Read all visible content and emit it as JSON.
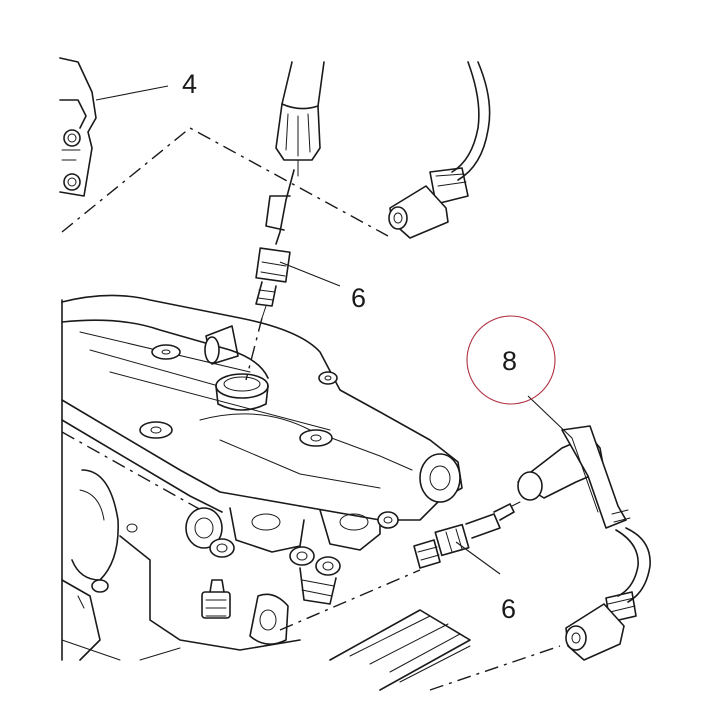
{
  "callouts": {
    "bracket": "4",
    "plug_upper": "6",
    "plug_lower": "6",
    "cable": "8"
  },
  "colors": {
    "highlight_circle": "#b03040",
    "line": "#1a1a1a",
    "background": "#ffffff"
  },
  "icons": {
    "bracket": "engine-bracket",
    "spark_plug": "spark-plug",
    "ignition_cable": "spark-plug-cap-cable",
    "engine": "cylinder-head"
  }
}
